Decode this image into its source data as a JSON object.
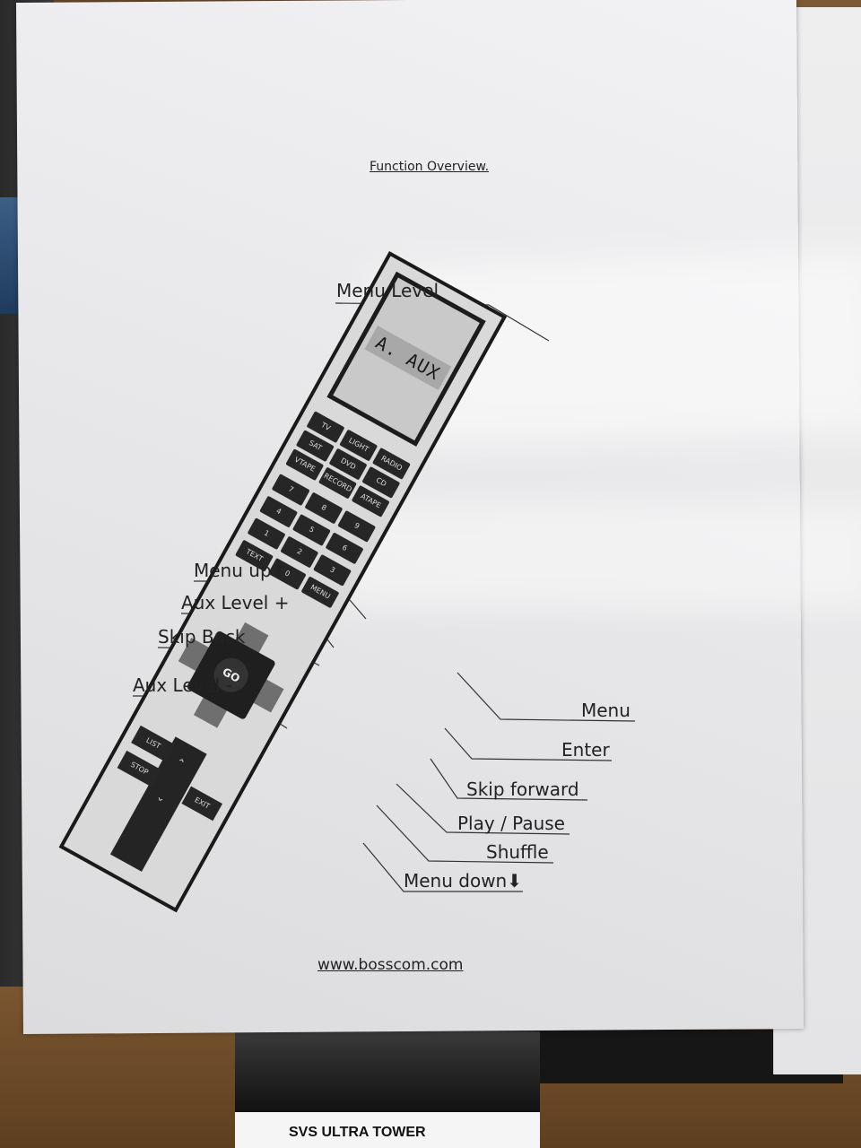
{
  "document": {
    "title": "Function Overview.",
    "url": "www.bosscom.com",
    "lcd_display": "A. AUX"
  },
  "labels": {
    "menu_level": "Menu Level",
    "menu_up": "Menu up",
    "aux_level_plus": "Aux Level +",
    "skip_back": "Skip Back",
    "aux_level_minus": "Aux Level -",
    "menu": "Menu",
    "enter": "Enter",
    "skip_forward": "Skip forward",
    "play_pause": "Play / Pause",
    "shuffle": "Shuffle",
    "menu_down": "Menu down"
  },
  "remote_buttons": {
    "row1": [
      "TV",
      "LIGHT",
      "RADIO"
    ],
    "row2": [
      "SAT",
      "DVD",
      "CD"
    ],
    "row3": [
      "VTAPE",
      "RECORD",
      "ATAPE"
    ],
    "row4": [
      "7",
      "8",
      "9"
    ],
    "row5": [
      "4",
      "5",
      "6"
    ],
    "row6": [
      "1",
      "2",
      "3"
    ],
    "row7": [
      "TEXT",
      "0",
      "MENU"
    ],
    "go": "GO",
    "list": "LIST",
    "stop": "STOP",
    "exit": "EXIT"
  },
  "box": {
    "title": "SVS ULTRA TOWER"
  }
}
